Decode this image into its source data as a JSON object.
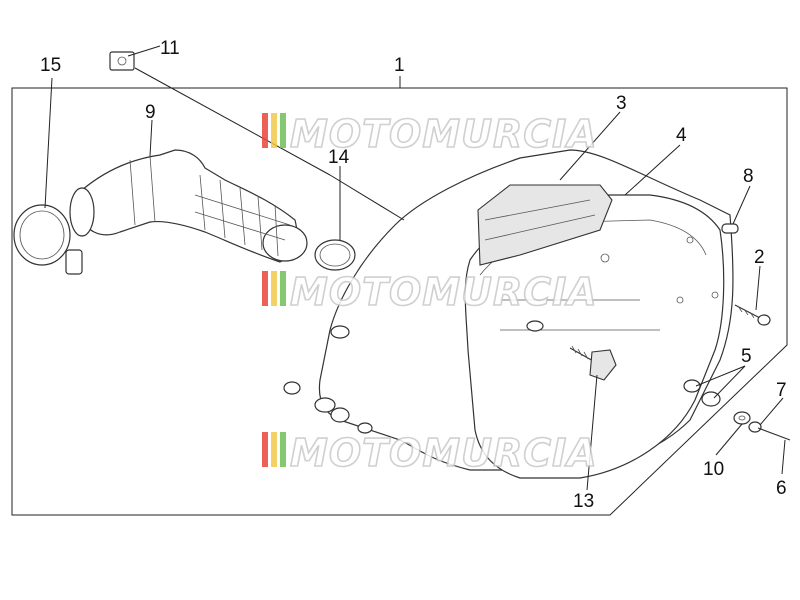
{
  "callouts": {
    "c1": "1",
    "c2": "2",
    "c3": "3",
    "c4": "4",
    "c5": "5",
    "c6": "6",
    "c7": "7",
    "c8": "8",
    "c9": "9",
    "c10": "10",
    "c11": "11",
    "c13": "13",
    "c14": "14",
    "c15": "15"
  },
  "watermark": "MOTOMURCIA",
  "watermark_colors": [
    "#e8463a",
    "#f2c94c",
    "#6fbf5a"
  ]
}
